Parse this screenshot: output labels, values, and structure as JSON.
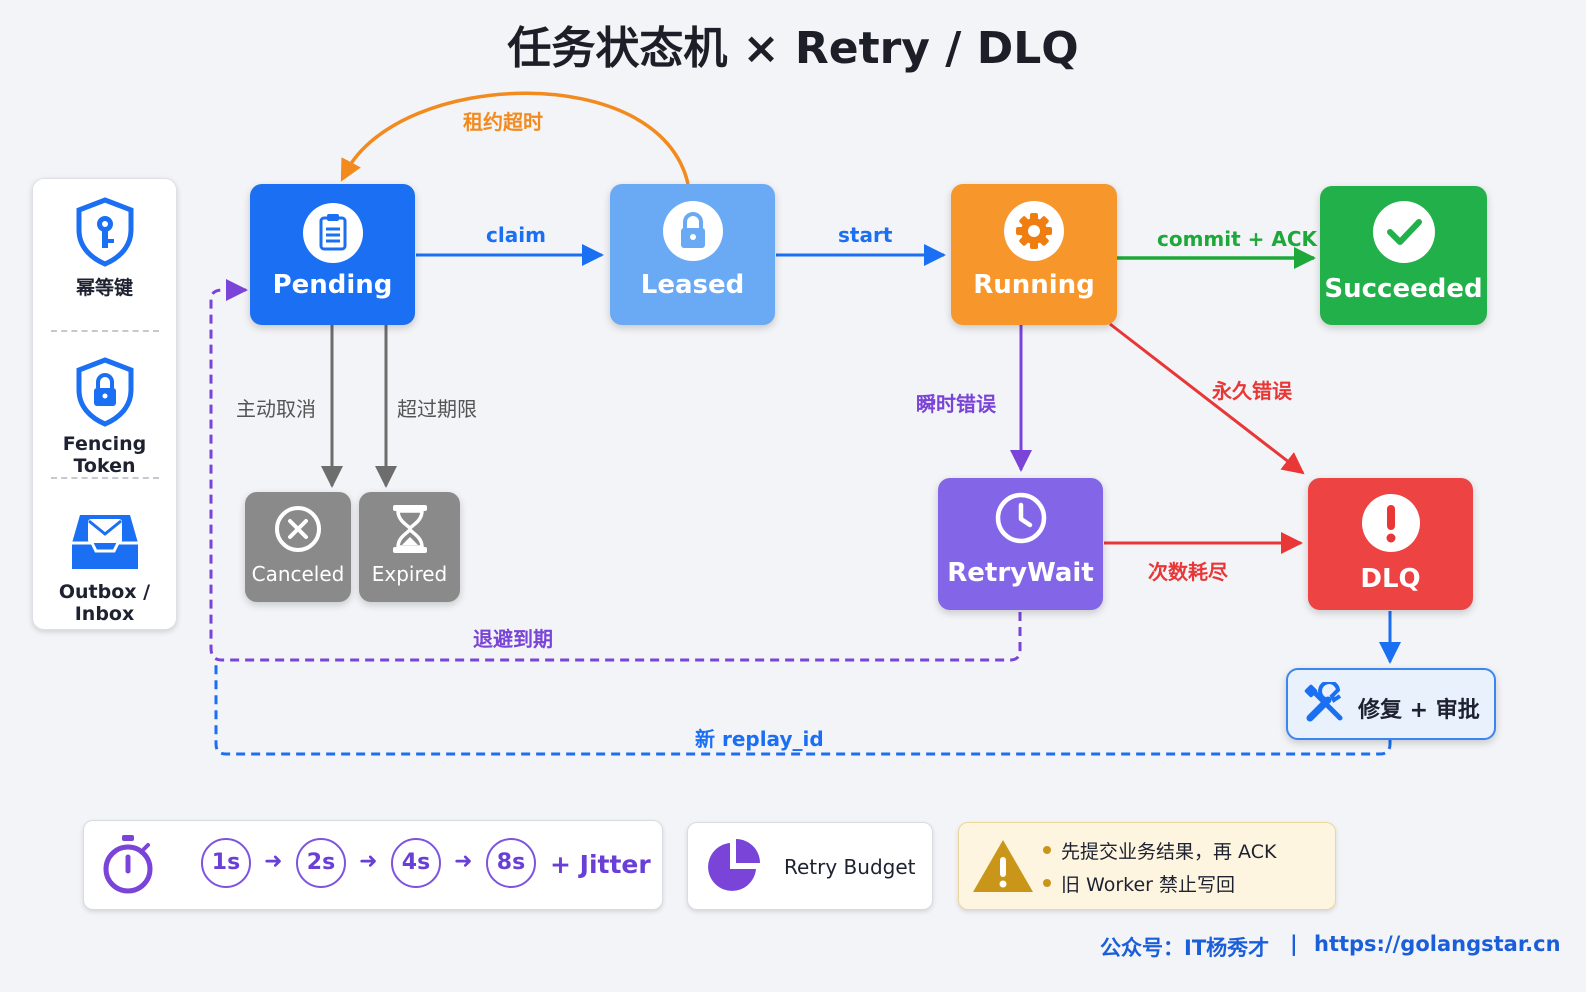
{
  "title": "任务状态机 × Retry / DLQ",
  "legend": {
    "items": [
      {
        "label": "幂等键",
        "icon": "shield-key-icon"
      },
      {
        "label": "Fencing Token",
        "icon": "shield-lock-icon"
      },
      {
        "label": "Outbox / Inbox",
        "icon": "inbox-mail-icon"
      }
    ]
  },
  "states": {
    "pending": "Pending",
    "leased": "Leased",
    "running": "Running",
    "succeeded": "Succeeded",
    "canceled": "Canceled",
    "expired": "Expired",
    "retrywait": "RetryWait",
    "dlq": "DLQ",
    "repair": "修复 + 审批"
  },
  "edges": {
    "lease_timeout": "租约超时",
    "claim": "claim",
    "start": "start",
    "commit_ack": "commit + ACK",
    "cancel": "主动取消",
    "deadline": "超过期限",
    "transient": "瞬时错误",
    "permanent": "永久错误",
    "exhausted": "次数耗尽",
    "backoff_due": "退避到期",
    "new_replay": "新 replay_id"
  },
  "backoff": {
    "steps": [
      "1s",
      "2s",
      "4s",
      "8s"
    ],
    "suffix": "+ Jitter"
  },
  "budget": {
    "label": "Retry Budget"
  },
  "warning": {
    "lines": [
      "先提交业务结果，再 ACK",
      "旧 Worker 禁止写回"
    ]
  },
  "footer": {
    "account": "公众号：IT杨秀才",
    "separator": "|",
    "url": "https://golangstar.cn"
  },
  "colors": {
    "pending": "#1a6ff2",
    "leased": "#6aaaf5",
    "running": "#f7962a",
    "succeeded": "#22b04b",
    "canceled": "#8a8a8a",
    "retrywait": "#8365e8",
    "dlq": "#ee4343",
    "orange_edge": "#f28a1e",
    "green_edge": "#1fa83a",
    "red_edge": "#e93636",
    "purple_edge": "#7a44d8",
    "blue_edge": "#1a6ff2"
  }
}
